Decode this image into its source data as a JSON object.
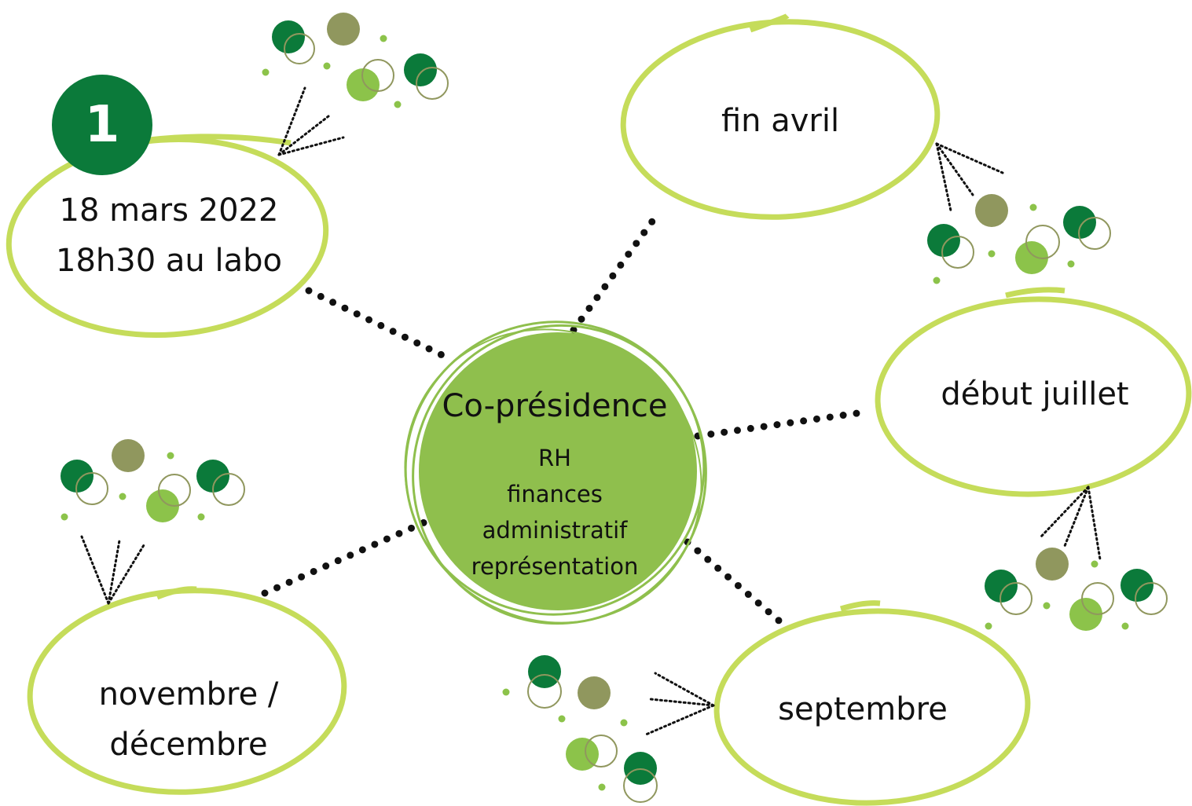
{
  "badge": {
    "number": "1"
  },
  "center": {
    "title": "Co-présidence",
    "items": [
      "RH",
      "finances",
      "administratif",
      "représentation"
    ]
  },
  "nodes": {
    "mars": {
      "line1": "18 mars 2022",
      "line2": "18h30 au labo"
    },
    "avril": {
      "label": "fin avril"
    },
    "juillet": {
      "label": "début juillet"
    },
    "septembre": {
      "label": "septembre"
    },
    "novembre": {
      "line1": "novembre /",
      "line2": "décembre"
    }
  },
  "colors": {
    "lime_outline": "#c5dc5a",
    "center_fill": "#8fbf4d",
    "dark_green": "#0b7a3a",
    "olive": "#90975e",
    "light_green": "#8cc34a",
    "dots": "#111111"
  }
}
